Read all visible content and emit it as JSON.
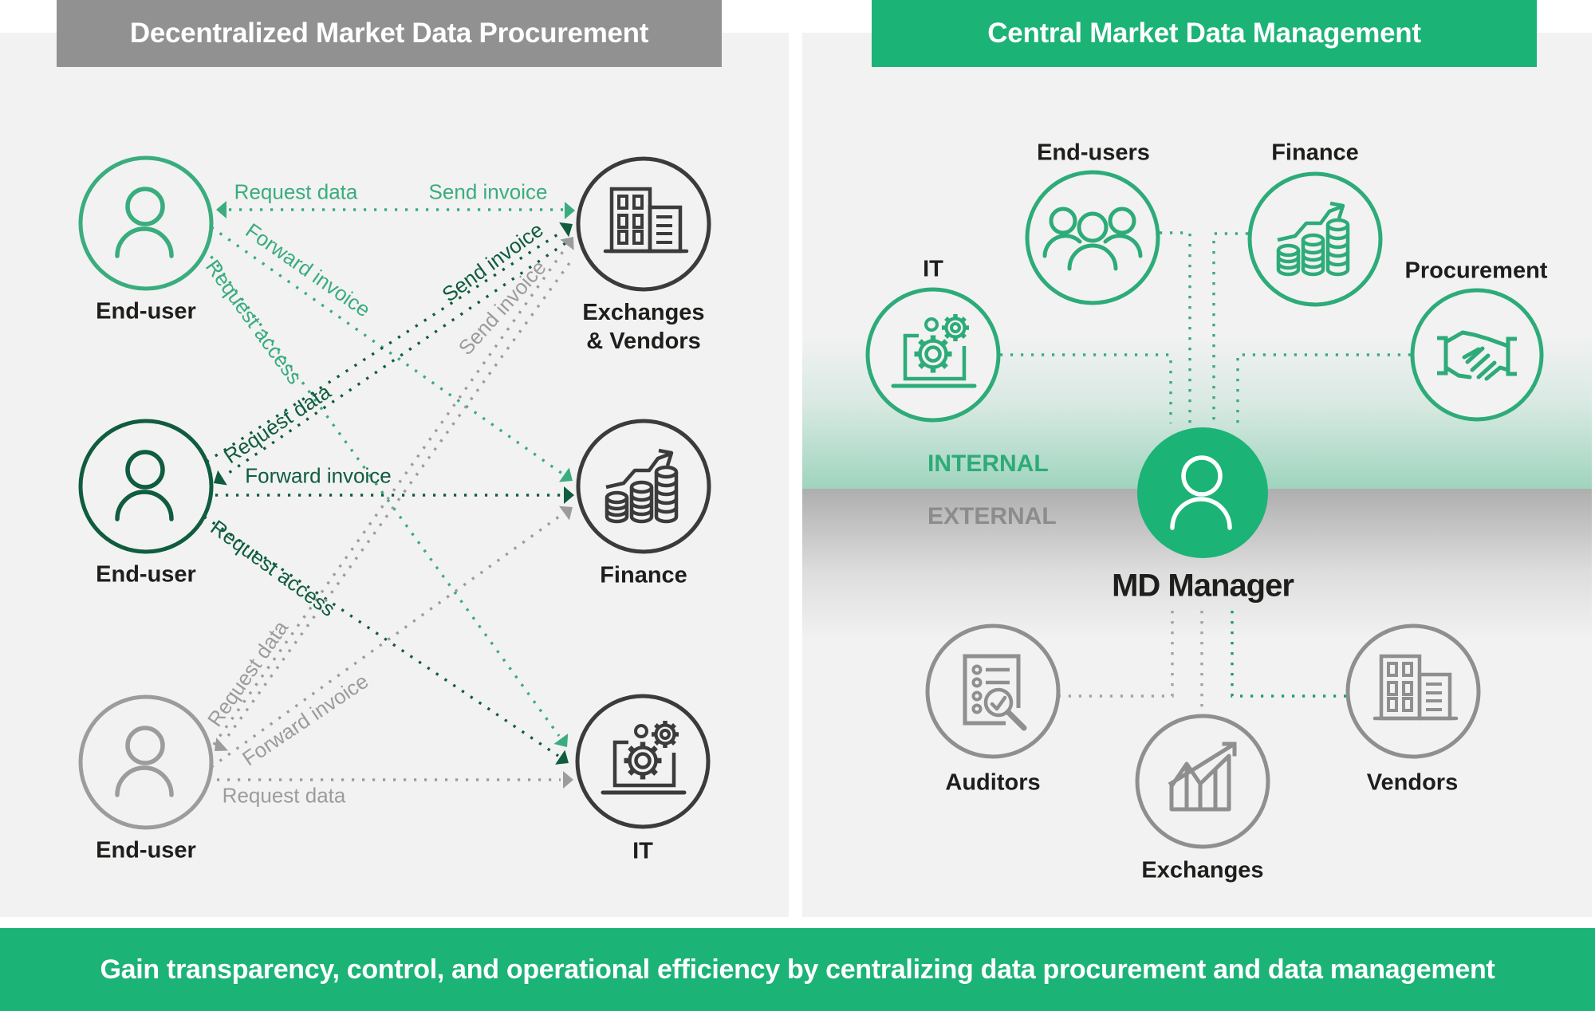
{
  "titles": {
    "left": "Decentralized Market Data Procurement",
    "right": "Central Market Data Management"
  },
  "footer": {
    "text": "Gain transparency, control, and operational efficiency by centralizing data procurement and data management"
  },
  "colors": {
    "brand_green": "#1cb377",
    "medium_green": "#3aac7e",
    "dark_green": "#0f5c3e",
    "flow_gray": "#9c9c9c",
    "charcoal": "#3b3b3b",
    "panel_bg": "#f2f2f2",
    "header_gray": "#919191"
  },
  "left": {
    "end_users": [
      {
        "label": "End-user"
      },
      {
        "label": "End-user"
      },
      {
        "label": "End-user"
      }
    ],
    "targets": [
      {
        "label_line1": "Exchanges",
        "label_line2": "& Vendors"
      },
      {
        "label": "Finance"
      },
      {
        "label": "IT"
      }
    ],
    "flows": [
      {
        "label": "Request data"
      },
      {
        "label": "Send invoice"
      },
      {
        "label": "Forward invoice"
      },
      {
        "label": "Request access"
      },
      {
        "label": "Send invoice"
      },
      {
        "label": "Send invoice"
      },
      {
        "label": "Request data"
      },
      {
        "label": "Forward invoice"
      },
      {
        "label": "Request access"
      },
      {
        "label": "Request data"
      },
      {
        "label": "Forward invoice"
      },
      {
        "label": "Request data"
      }
    ]
  },
  "right": {
    "zones": {
      "internal": "INTERNAL",
      "external": "EXTERNAL"
    },
    "nodes": [
      {
        "label": "IT"
      },
      {
        "label": "End-users"
      },
      {
        "label": "Finance"
      },
      {
        "label": "Procurement"
      },
      {
        "label": "MD Manager"
      },
      {
        "label": "Auditors"
      },
      {
        "label": "Exchanges"
      },
      {
        "label": "Vendors"
      }
    ]
  }
}
